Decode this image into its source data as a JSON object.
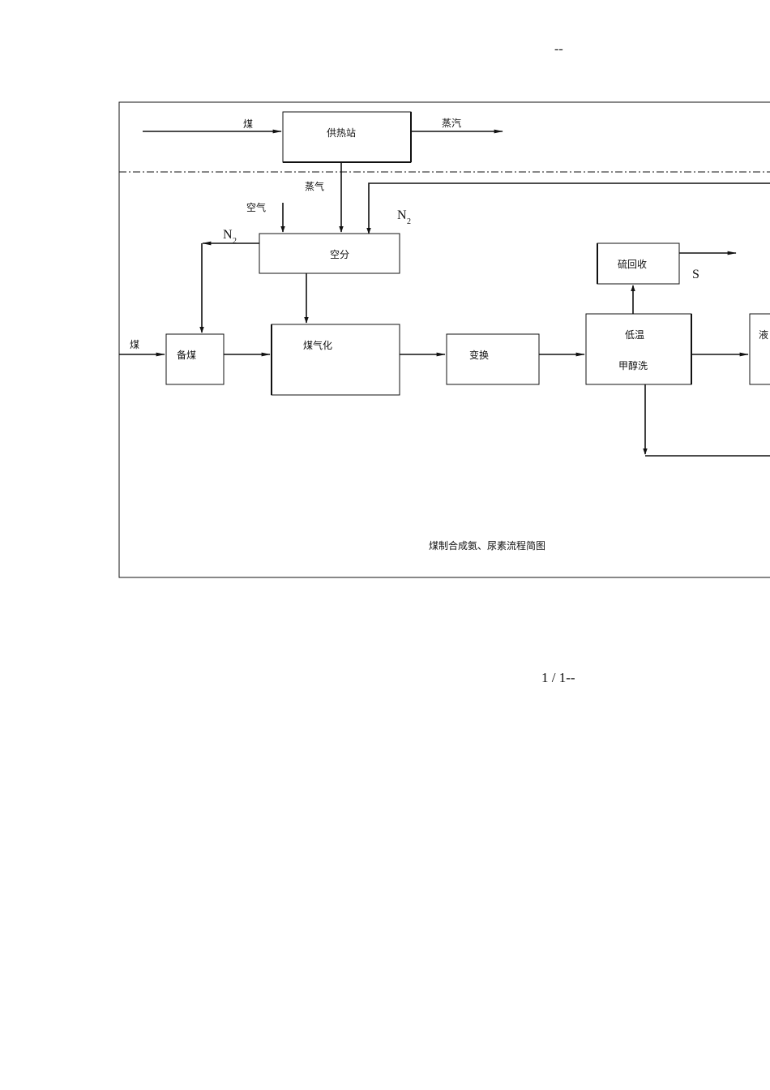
{
  "page": {
    "header_mark": "--",
    "page_number": "1 / 1--"
  },
  "diagram": {
    "caption": "煤制合成氨、尿素流程简图",
    "nodes": {
      "heating_station": "供热站",
      "air_separation": "空分",
      "coal_prep": "备煤",
      "gasification": "煤气化",
      "shift": "变换",
      "low_temp_methanol_wash_line1": "低温",
      "low_temp_methanol_wash_line2": "甲醇洗",
      "sulfur_recovery": "硫回收",
      "liquid_partial": "液"
    },
    "labels": {
      "coal_to_heating": "煤",
      "steam_out": "蒸汽",
      "steam_to_air_sep": "蒸气",
      "air_in": "空气",
      "n2_right": "N",
      "n2_right_sub": "2",
      "n2_left": "N",
      "n2_left_sub": "2",
      "coal_in": "煤",
      "sulfur_out": "S"
    }
  }
}
